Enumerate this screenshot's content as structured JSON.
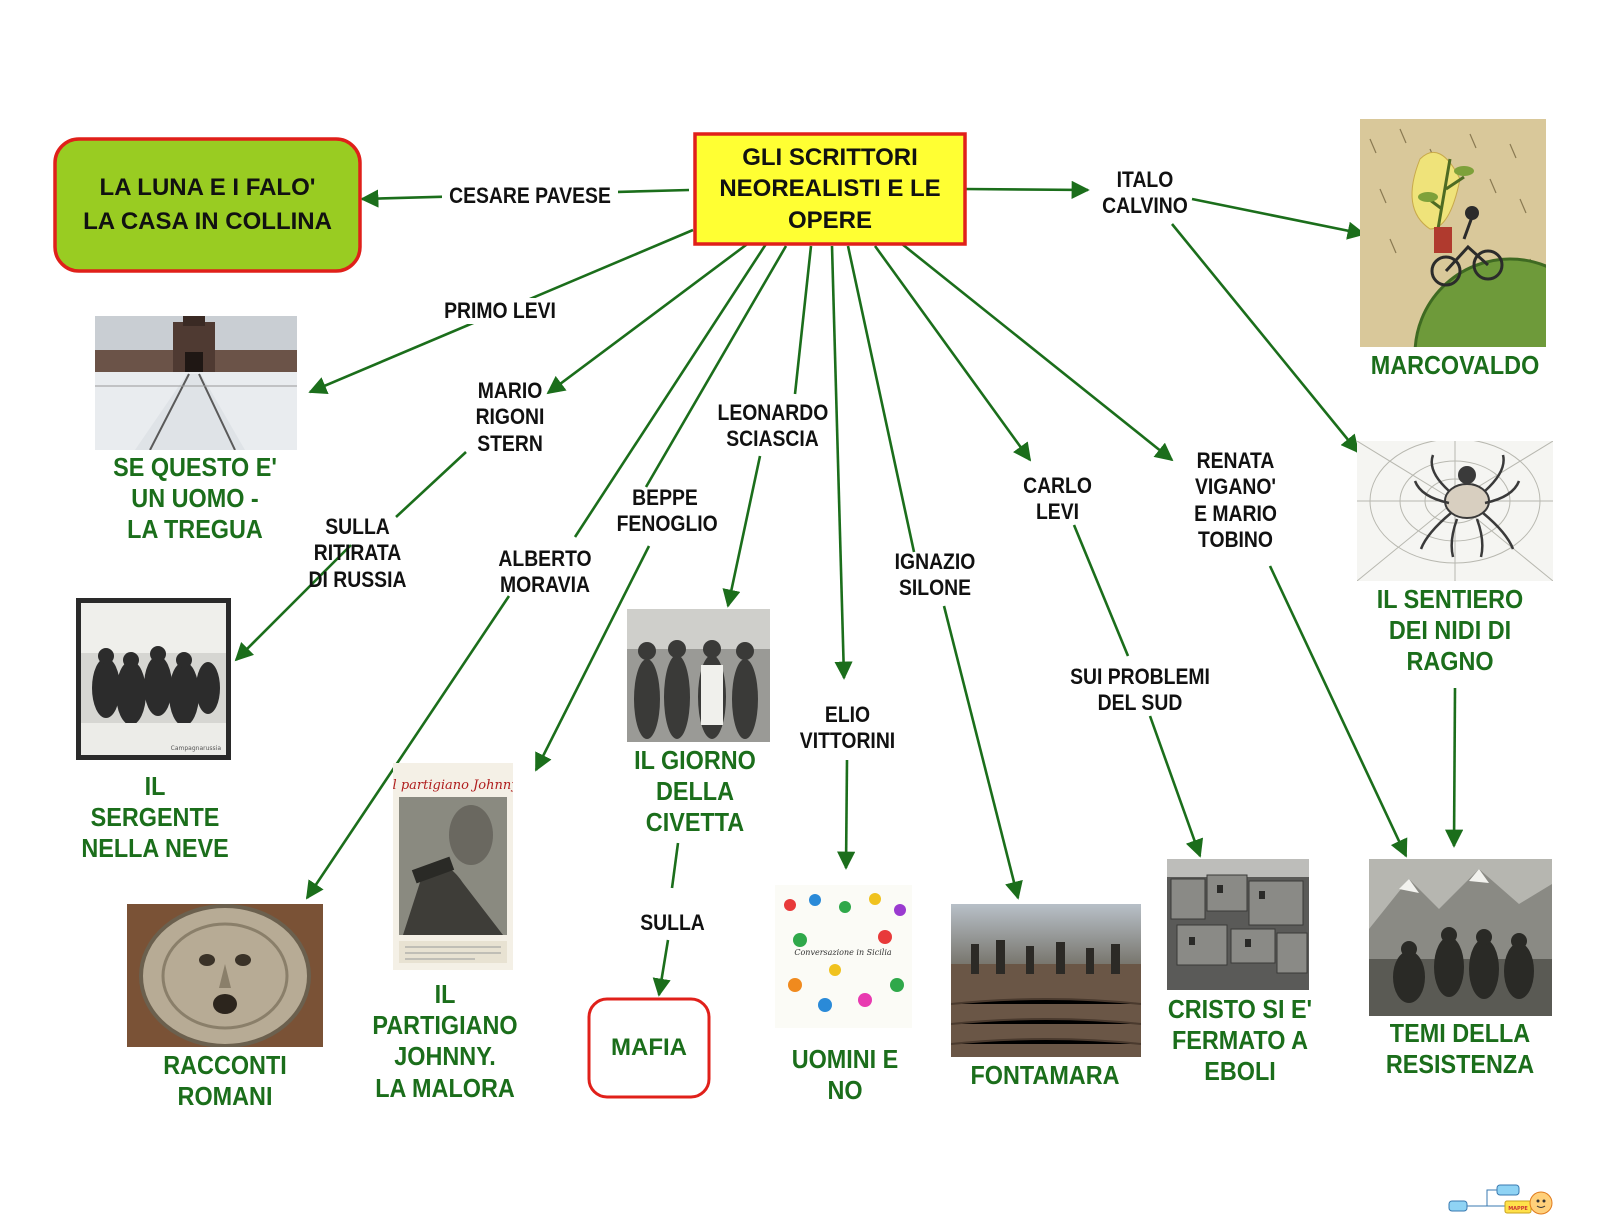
{
  "colors": {
    "arrow": "#1b6e1b",
    "work_text": "#1b6e1b",
    "author_text": "#111111",
    "central_fill": "#ffff33",
    "central_border": "#e0201a",
    "green_box_fill": "#99cc22",
    "red_border": "#e0201a"
  },
  "central": {
    "text": "GLI SCRITTORI\nNEOREALISTI E LE\nOPERE"
  },
  "authors": {
    "pavese": "CESARE PAVESE",
    "calvino": "ITALO\nCALVINO",
    "primo_levi": "PRIMO LEVI",
    "rigoni_stern": "MARIO\nRIGONI\nSTERN",
    "russia": "SULLA\nRITIRATA\nDI RUSSIA",
    "sciascia": "LEONARDO\nSCIASCIA",
    "fenoglio": "BEPPE\nFENOGLIO",
    "moravia": "ALBERTO\nMORAVIA",
    "vittorini": "ELIO\nVITTORINI",
    "silone": "IGNAZIO\nSILONE",
    "carlo_levi": "CARLO\nLEVI",
    "problemi_sud": "SUI PROBLEMI\nDEL SUD",
    "vigano_tobino": "RENATA\nVIGANO'\nE MARIO\nTOBINO",
    "sulla": "SULLA"
  },
  "works": {
    "luna_falo": "LA LUNA E I FALO'\nLA CASA IN COLLINA",
    "marcovaldo": "MARCOVALDO",
    "se_questo": "SE QUESTO E'\nUN UOMO -\nLA TREGUA",
    "sentiero": "IL SENTIERO\nDEI NIDI DI\nRAGNO",
    "sergente": "IL\nSERGENTE\nNELLA NEVE",
    "giorno_civetta": "IL GIORNO\nDELLA\nCIVETTA",
    "racconti_romani": "RACCONTI\nROMANI",
    "johnny": "IL\nPARTIGIANO\nJOHNNY.\nLA MALORA",
    "mafia": "MAFIA",
    "uomini_no": "UOMINI E\nNO",
    "fontamara": "FONTAMARA",
    "cristo_eboli": "CRISTO SI E'\nFERMATO A\nEBOLI",
    "resistenza": "TEMI DELLA\nRESISTENZA"
  },
  "poster_johnny": {
    "title": "Il partigiano Johnny"
  },
  "book_vittorini": {
    "title": "Conversazione in Sicilia"
  },
  "photo_sergente": {
    "caption": "Campagnarussia"
  },
  "logo": {
    "text": "MAPPE"
  }
}
